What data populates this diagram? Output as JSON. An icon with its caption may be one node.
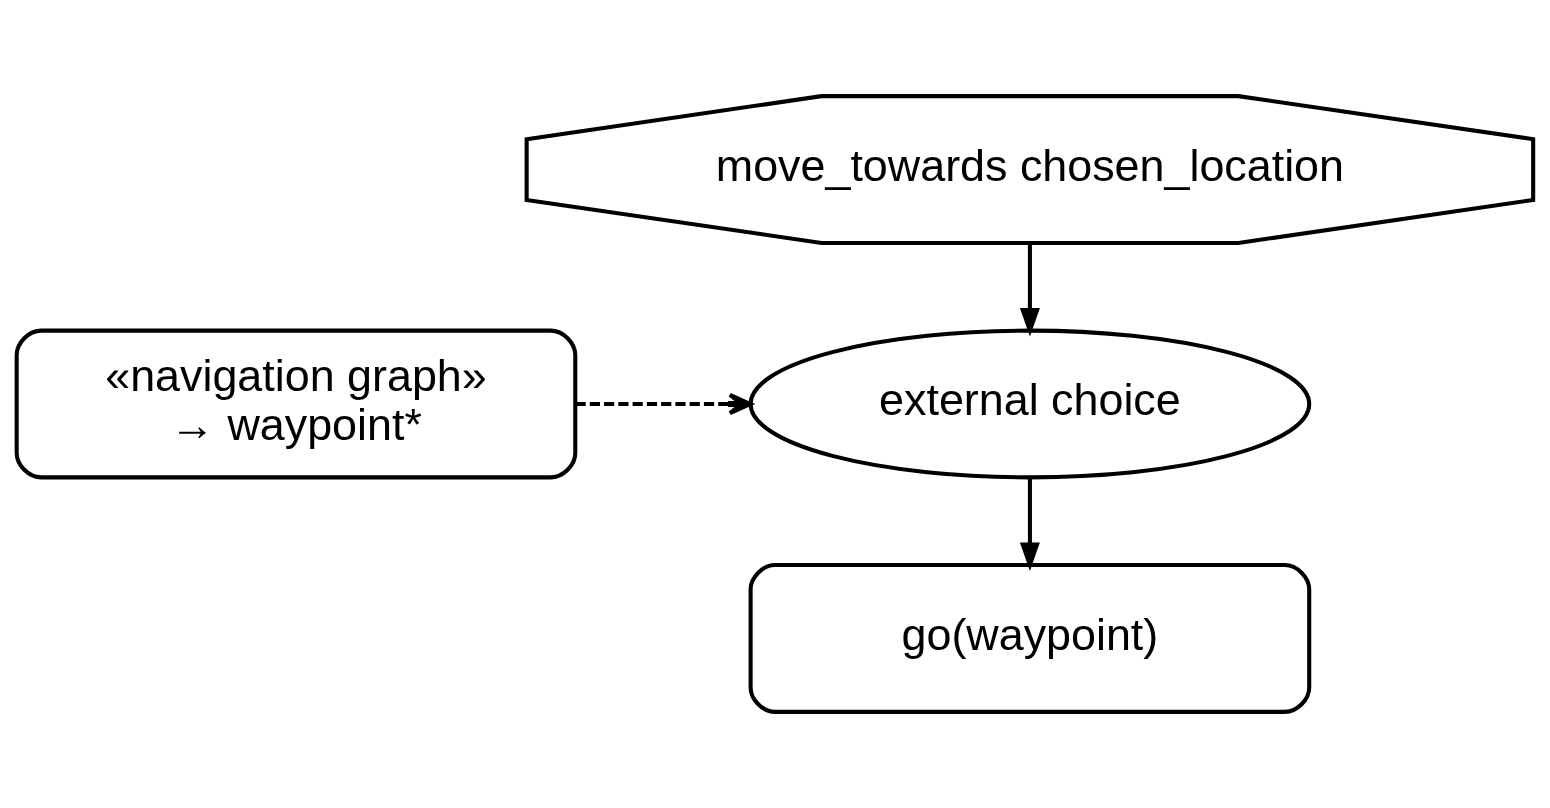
{
  "diagram": {
    "nodes": [
      {
        "text": [
          "move_towards chosen_location"
        ]
      },
      {
        "text": [
          "external choice"
        ]
      },
      {
        "text": [
          "go(waypoint)"
        ]
      },
      {
        "text": [
          "«navigation graph»",
          "→ waypoint*"
        ]
      }
    ],
    "edges": [
      {
        "from": 0,
        "to": 1,
        "arrow": "to"
      },
      {
        "from": 1,
        "to": 2,
        "arrow": "to"
      },
      {
        "from": 3,
        "to": 1,
        "arrow": "to",
        "style": "dashed"
      }
    ]
  }
}
